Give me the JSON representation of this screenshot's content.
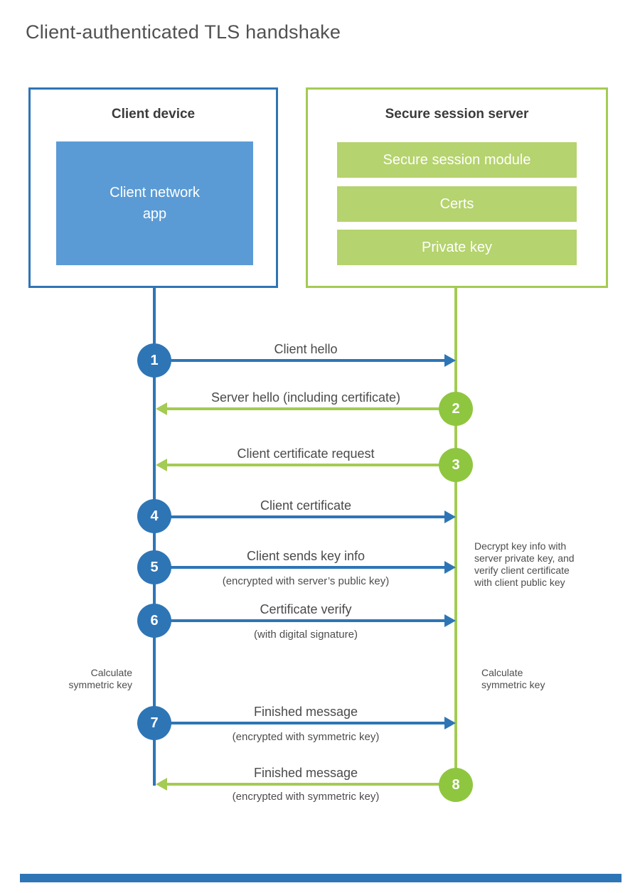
{
  "title": "Client-authenticated TLS handshake",
  "colors": {
    "blue_accent": "#2E75B6",
    "blue_fill": "#5B9BD5",
    "green_accent": "#A4CB53",
    "green_circle": "#8FC640",
    "green_fill": "#B5D36E"
  },
  "client": {
    "header": "Client device",
    "app_label": "Client network\napp"
  },
  "server": {
    "header": "Secure session server",
    "modules": [
      "Secure session module",
      "Certs",
      "Private key"
    ]
  },
  "messages": [
    {
      "num": "1",
      "label": "Client hello",
      "sublabel": "",
      "direction": "client-to-server"
    },
    {
      "num": "2",
      "label": "Server hello (including certificate)",
      "sublabel": "",
      "direction": "server-to-client"
    },
    {
      "num": "3",
      "label": "Client certificate request",
      "sublabel": "",
      "direction": "server-to-client"
    },
    {
      "num": "4",
      "label": "Client certificate",
      "sublabel": "",
      "direction": "client-to-server"
    },
    {
      "num": "5",
      "label": "Client sends key info",
      "sublabel": "(encrypted with server’s public key)",
      "direction": "client-to-server"
    },
    {
      "num": "6",
      "label": "Certificate verify",
      "sublabel": "(with digital signature)",
      "direction": "client-to-server"
    },
    {
      "num": "7",
      "label": "Finished message",
      "sublabel": "(encrypted with symmetric key)",
      "direction": "client-to-server"
    },
    {
      "num": "8",
      "label": "Finished message",
      "sublabel": "(encrypted with symmetric key)",
      "direction": "server-to-client"
    }
  ],
  "annotations": {
    "decrypt_note": "Decrypt key info with\nserver private key, and\nverify client certificate\nwith client public key",
    "calc_left": "Calculate\nsymmetric key",
    "calc_right": "Calculate\nsymmetric key"
  }
}
